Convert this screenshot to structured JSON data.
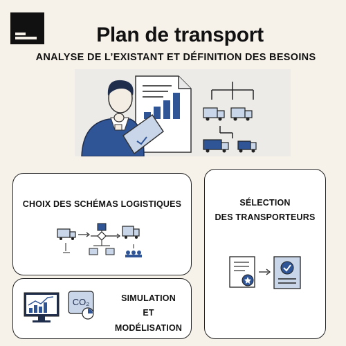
{
  "header": {
    "title": "Plan de transport",
    "subtitle": "ANALYSE DE L’EXISTANT ET DÉFINITION DES BESOINS"
  },
  "cards": {
    "schemas": {
      "label": "CHOIX DES SCHÉMAS LOGISTIQUES"
    },
    "transporteurs": {
      "label_line1": "SÉLECTION",
      "label_line2": "DES TRANSPORTEURS"
    },
    "simulation": {
      "label_line1": "SIMULATION",
      "label_line2": "ET MODÉLISATION",
      "co2_text": "CO₂"
    }
  },
  "colors": {
    "background": "#f6f2ea",
    "accent_blue": "#2f5597",
    "dark": "#1f2d4d",
    "light_blue": "#c9d6ea"
  },
  "icons": [
    "logo",
    "person-thinking-icon",
    "report-chart-icon",
    "truck-network-icon",
    "logistics-flow-icon",
    "document-selection-icon",
    "approved-document-icon",
    "analytics-monitor-icon",
    "co2-gauge-icon"
  ]
}
